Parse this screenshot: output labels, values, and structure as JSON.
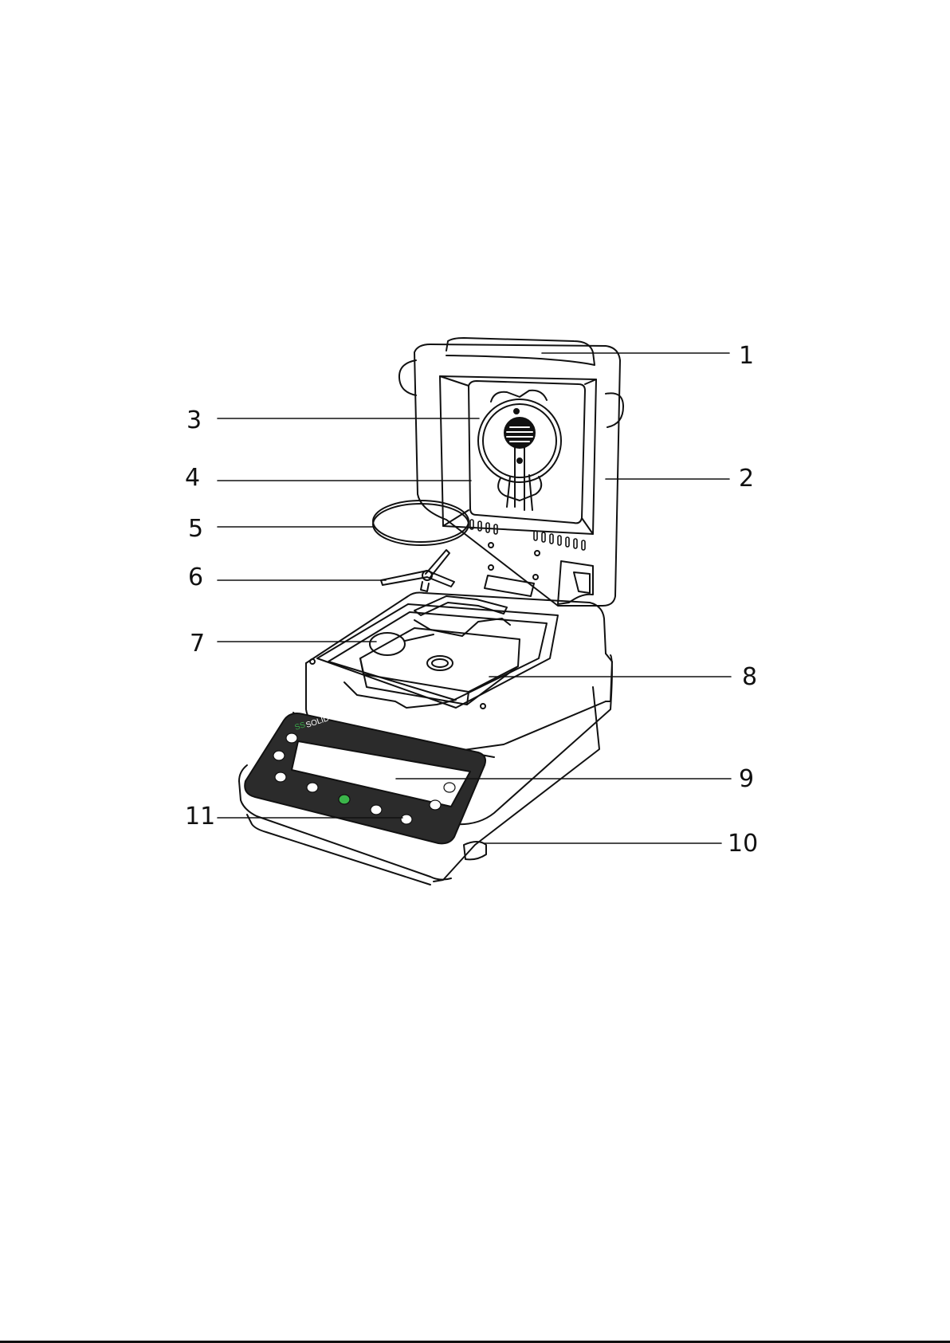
{
  "diagram": {
    "brand": {
      "prefix": "SS",
      "name": "SOLID",
      "prefix_color": "#3aa84a"
    },
    "callouts": [
      {
        "id": "1",
        "label": "1"
      },
      {
        "id": "2",
        "label": "2"
      },
      {
        "id": "3",
        "label": "3"
      },
      {
        "id": "4",
        "label": "4"
      },
      {
        "id": "5",
        "label": "5"
      },
      {
        "id": "6",
        "label": "6"
      },
      {
        "id": "7",
        "label": "7"
      },
      {
        "id": "8",
        "label": "8"
      },
      {
        "id": "9",
        "label": "9"
      },
      {
        "id": "10",
        "label": "10"
      },
      {
        "id": "11",
        "label": "11"
      }
    ],
    "colors": {
      "line": "#111111",
      "panel": "#2b2b2b",
      "start_key": "#3bb54a"
    }
  }
}
